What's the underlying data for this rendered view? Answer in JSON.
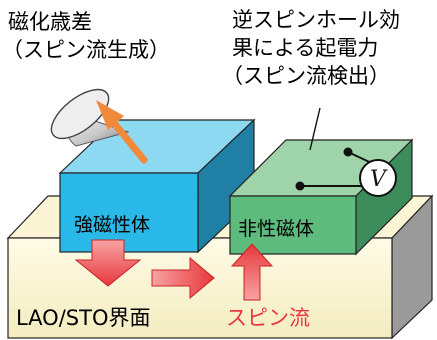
{
  "labels": {
    "precession": [
      "磁化歳差",
      "（スピン流生成）"
    ],
    "inverse_she": [
      "逆スピンホール効",
      "果による起電力",
      "（スピン流検出）"
    ],
    "ferromagnet": "強磁性体",
    "nonmagnet": "非性磁体",
    "interface": "LAO/STO界面",
    "spin_current": "スピン流",
    "voltmeter": "V"
  },
  "colors": {
    "substrate_top": "#fdf8d8",
    "substrate_front": "#f6f0c6",
    "substrate_side": "#9a9a9a",
    "ferromagnet_front": "#29b8e8",
    "ferromagnet_top": "#8ed9f2",
    "ferromagnet_side": "#1f7fa4",
    "nonmagnet_front": "#5dbb7e",
    "nonmagnet_top": "#9fd4aa",
    "nonmagnet_side": "#3d8c5c",
    "spin_arrow": "#e8383d",
    "magnetization_arrow": "#f08a3a"
  }
}
